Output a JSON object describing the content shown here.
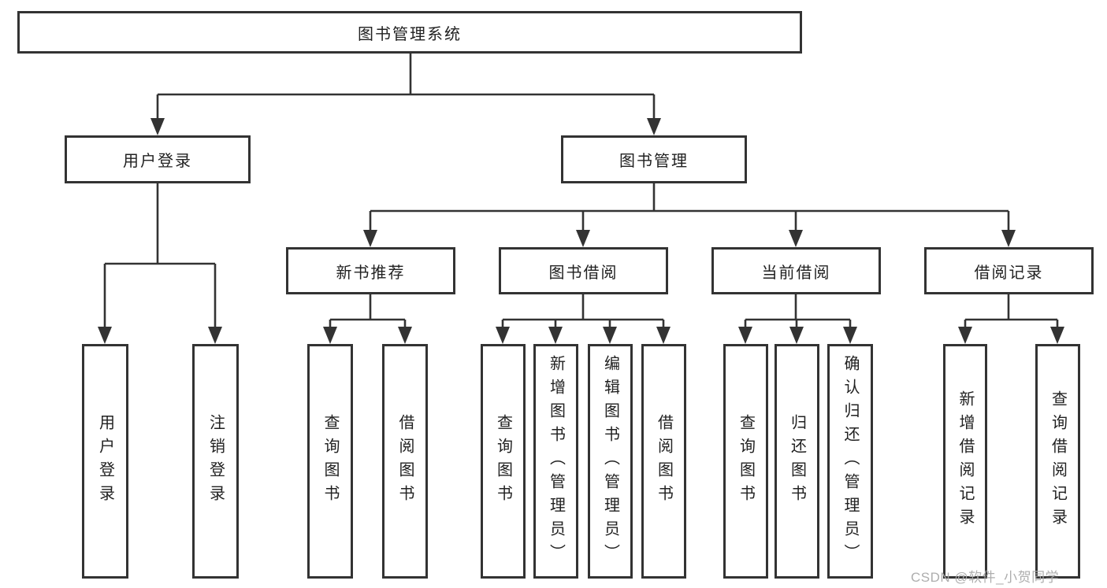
{
  "watermark": {
    "text": "CSDN @软件_小贺同学"
  },
  "tree": {
    "root": "图书管理系统",
    "children": [
      {
        "label": "用户登录",
        "children": [
          "用户登录",
          "注销登录"
        ]
      },
      {
        "label": "图书管理",
        "children": [
          {
            "label": "新书推荐",
            "children": [
              "查询图书",
              "借阅图书"
            ]
          },
          {
            "label": "图书借阅",
            "children": [
              "查询图书",
              "新增图书（管理员）",
              "编辑图书（管理员）",
              "借阅图书"
            ]
          },
          {
            "label": "当前借阅",
            "children": [
              "查询图书",
              "归还图书",
              "确认归还（管理员）"
            ]
          },
          {
            "label": "借阅记录",
            "children": [
              "新增借阅记录",
              "查询借阅记录"
            ]
          }
        ]
      }
    ]
  },
  "colors": {
    "line": "#333333",
    "text": "#212121",
    "watermark": "#aaaaaa",
    "background": "#ffffff"
  }
}
